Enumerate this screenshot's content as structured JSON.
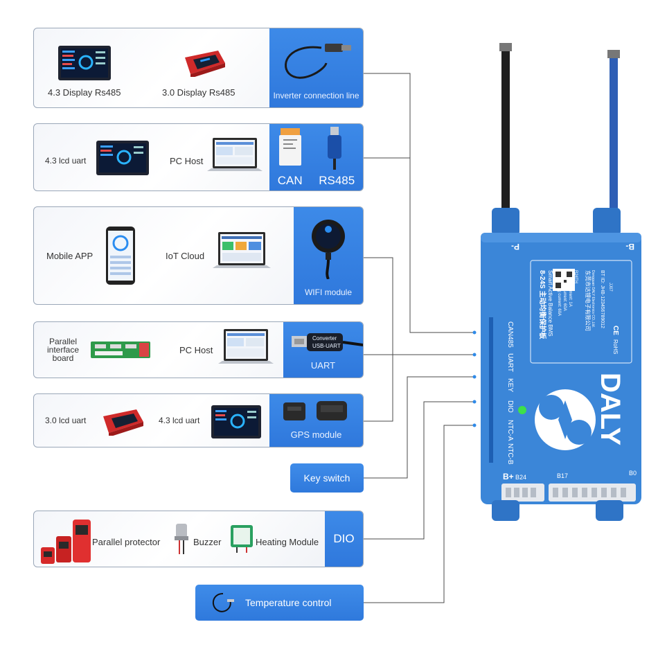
{
  "rows": {
    "inverter": {
      "items": [
        "4.3 Display Rs485",
        "3.0 Display Rs485"
      ],
      "panel": "Inverter connection line"
    },
    "can_rs485": {
      "items": [
        "4.3 lcd uart",
        "PC Host"
      ],
      "panel": [
        "CAN",
        "RS485"
      ]
    },
    "wifi": {
      "items": [
        "Mobile APP",
        "IoT Cloud"
      ],
      "panel": "WIFI module"
    },
    "uart": {
      "items": [
        "Parallel interface board",
        "PC Host"
      ],
      "panel": "UART",
      "cable_text": [
        "Converter",
        "USB-UART"
      ]
    },
    "gps": {
      "items": [
        "3.0 lcd uart",
        "4.3 lcd uart"
      ],
      "panel": "GPS module"
    },
    "key": {
      "panel": "Key switch"
    },
    "dio": {
      "items": [
        "Parallel protector",
        "Buzzer",
        "Heating Module"
      ],
      "panel": "DIO"
    },
    "temp": {
      "panel": "Temperature control"
    }
  },
  "bms": {
    "ports": [
      "CAN485",
      "UART",
      "KEY",
      "DIO",
      "NTC-A",
      "NTC-B"
    ],
    "label_title": "8-24S 主动均衡保护板",
    "label_subtitle": "Smart Active Balance BMS",
    "specs": [
      "Discharging current: 60A",
      "Charging current: 60A",
      "Balance current: 1A",
      "R24TH"
    ],
    "company": "东莞市达锂电子有限公司",
    "company_en": "Dongguan DALY Electronics CO.,Ltd.",
    "bt_id": "BT ID: JHB-123456789012",
    "model": "JJ07",
    "brand": "DALY",
    "terminal_left": "P-",
    "terminal_right": "B-",
    "bottom": [
      "B+",
      "B24",
      "B17",
      "B0"
    ],
    "cert": [
      "CE",
      "RoHS"
    ]
  },
  "colors": {
    "accent": "#3484e2",
    "bms": "#3b86d8",
    "line": "#555555"
  }
}
